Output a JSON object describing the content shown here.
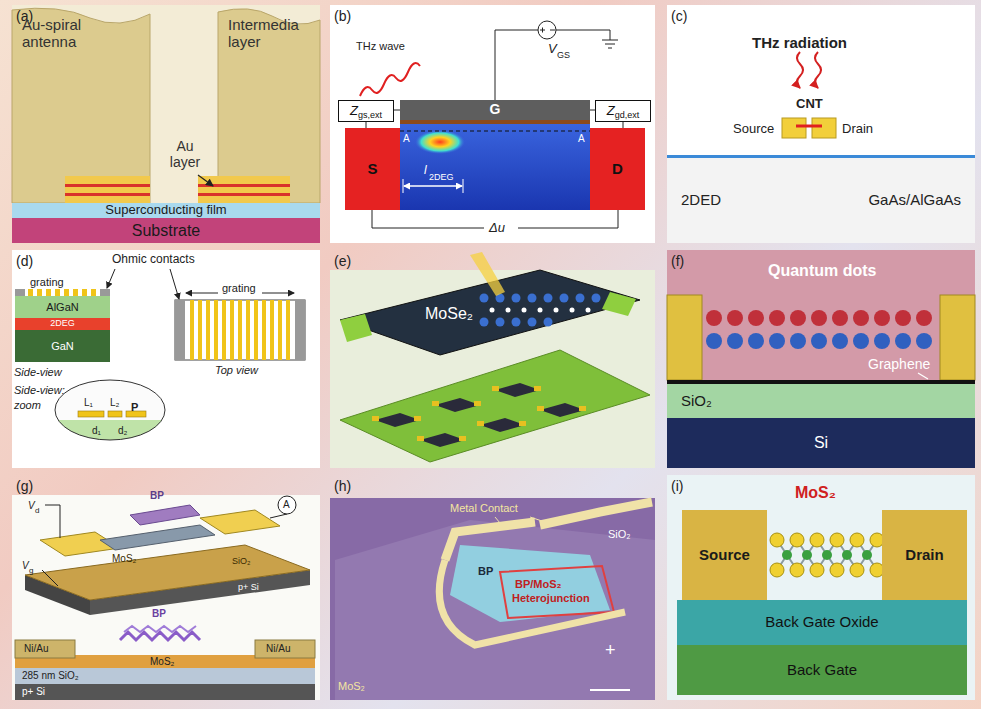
{
  "diagram": {
    "nodes": [
      {
        "text": [
          "(a)"
        ]
      },
      {
        "text": [
          "Superconducting film"
        ],
        "in": 0
      },
      {
        "text": [
          "Substrate"
        ],
        "in": 0
      },
      {
        "text": [
          "(b)"
        ]
      },
      {
        "text": [
          "Z",
          "gs,ext"
        ],
        "in": 3
      },
      {
        "text": [
          "G"
        ],
        "in": 3
      },
      {
        "text": [
          "Z",
          "gd,ext"
        ],
        "in": 3
      },
      {
        "text": [
          "S"
        ],
        "in": 3
      },
      {
        "text": [
          "D"
        ],
        "in": 3
      },
      {
        "text": [
          "(c)"
        ]
      },
      {
        "text": [
          "2DED",
          "GaAs/AlGaAs"
        ],
        "in": 9
      },
      {
        "text": [
          "(d)"
        ]
      },
      {
        "text": [
          "AlGaN"
        ],
        "in": 11
      },
      {
        "text": [
          "2DEG"
        ],
        "in": 11
      },
      {
        "text": [
          "GaN"
        ],
        "in": 11
      },
      {
        "text": [
          "(e)"
        ]
      },
      {
        "text": [
          "(f)"
        ]
      },
      {
        "text": [
          "SiO₂"
        ],
        "in": 16
      },
      {
        "text": [
          "Si"
        ],
        "in": 16
      },
      {
        "text": [
          "(g)"
        ]
      },
      {
        "text": [
          "(h)"
        ]
      },
      {
        "text": [
          "(i)"
        ]
      },
      {
        "text": [
          "Source"
        ],
        "in": 21
      },
      {
        "text": [
          "Drain"
        ],
        "in": 21
      },
      {
        "text": [
          "Back Gate Oxide"
        ],
        "in": 21
      },
      {
        "text": [
          "Back Gate"
        ],
        "in": 21
      }
    ],
    "labels": [
      "Au-spiral antenna",
      "Intermedia layer",
      "Au layer",
      "THz wave",
      "V",
      "GS",
      "A",
      "A",
      "l",
      "2DEG",
      "Δu",
      "THz radiation",
      "CNT",
      "Source",
      "Drain",
      "Ohmic contacts",
      "grating",
      "grating",
      "Side-view",
      "Top view",
      "Side-view:",
      "zoom",
      "L₁",
      "L₂",
      "P",
      "d₁",
      "d₂",
      "MoSe₂",
      "Quantum dots",
      "Graphene",
      "V",
      "d",
      "A",
      "BP",
      "MoS₂",
      "V",
      "g",
      "SiO₂",
      "p+ Si",
      "BP",
      "Ni/Au",
      "MoS₂",
      "Ni/Au",
      "285 nm SiO₂",
      "p+ Si",
      "Metal Contact",
      "SiO₂",
      "BP",
      "BP/MoS₂",
      "Heterojunction",
      "MoS₂",
      "+",
      "MoS₂"
    ]
  }
}
